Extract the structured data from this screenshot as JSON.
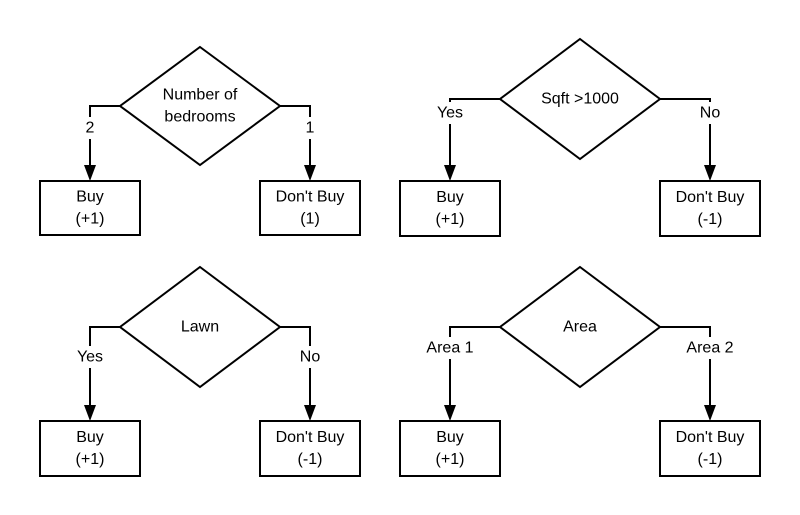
{
  "trees": [
    {
      "question": [
        "Number of",
        "bedrooms"
      ],
      "left": {
        "edge_label": "2",
        "leaf": [
          "Buy",
          "(+1)"
        ]
      },
      "right": {
        "edge_label": "1",
        "leaf": [
          "Don't Buy",
          "(1)"
        ]
      }
    },
    {
      "question": [
        "Sqft >1000"
      ],
      "left": {
        "edge_label": "Yes",
        "leaf": [
          "Buy",
          "(+1)"
        ]
      },
      "right": {
        "edge_label": "No",
        "leaf": [
          "Don't Buy",
          "(-1)"
        ]
      }
    },
    {
      "question": [
        "Lawn"
      ],
      "left": {
        "edge_label": "Yes",
        "leaf": [
          "Buy",
          "(+1)"
        ]
      },
      "right": {
        "edge_label": "No",
        "leaf": [
          "Don't Buy",
          "(-1)"
        ]
      }
    },
    {
      "question": [
        "Area"
      ],
      "left": {
        "edge_label": "Area 1",
        "leaf": [
          "Buy",
          "(+1)"
        ]
      },
      "right": {
        "edge_label": "Area 2",
        "leaf": [
          "Don't Buy",
          "(-1)"
        ]
      }
    }
  ]
}
